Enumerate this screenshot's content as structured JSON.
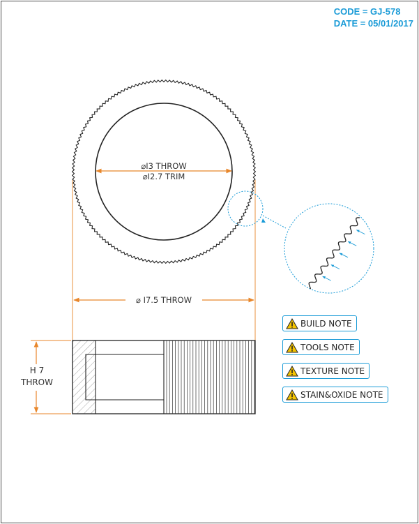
{
  "header": {
    "code": "CODE = GJ-578",
    "date": "DATE = 05/01/2017"
  },
  "dimensions": {
    "inner_throw": "⌀I3 THROW",
    "inner_trim": "⌀I2.7 TRIM",
    "outer_throw": "⌀ I7.5 THROW",
    "height_value": "H 7",
    "height_label": "THROW"
  },
  "notes": [
    {
      "label": "BUILD NOTE",
      "icon": "warning-icon"
    },
    {
      "label": "TOOLS NOTE",
      "icon": "warning-icon"
    },
    {
      "label": "TEXTURE NOTE",
      "icon": "warning-icon"
    },
    {
      "label": "STAIN&OXIDE NOTE",
      "icon": "warning-icon"
    }
  ],
  "colors": {
    "accent": "#1a9bd7",
    "dimension": "#e8862a",
    "line": "#222222",
    "warning": "#f5c400"
  }
}
